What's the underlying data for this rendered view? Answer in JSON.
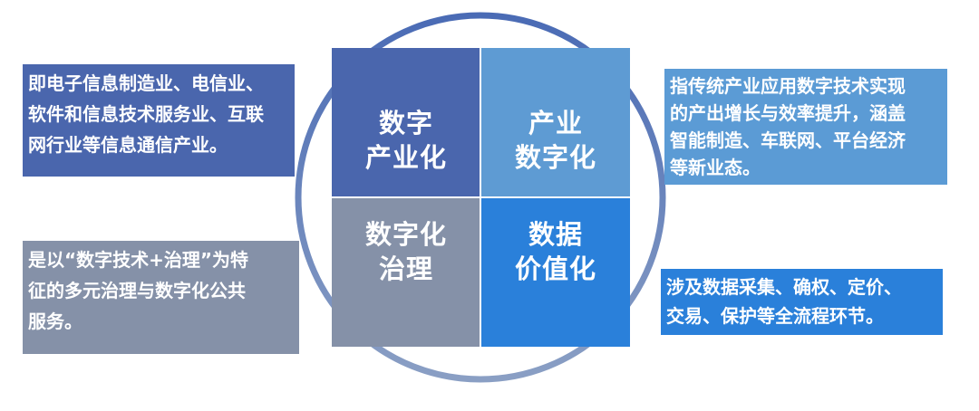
{
  "colors": {
    "ring_top": "#4a6bb5",
    "ring_bottom": "#8a9fc4",
    "quad_tl": "#4a66ad",
    "quad_tr": "#5e9bd3",
    "quad_bl": "#8591a8",
    "quad_br": "#2a80da"
  },
  "quadrants": {
    "top_left": {
      "lines": [
        "数字",
        "产业化"
      ]
    },
    "top_right": {
      "lines": [
        "产业",
        "数字化"
      ]
    },
    "bottom_left": {
      "lines": [
        "数字化",
        "治理"
      ]
    },
    "bottom_right": {
      "lines": [
        "数据",
        "价值化"
      ]
    }
  },
  "descriptions": {
    "top_left": {
      "lines": [
        "即电子信息制造业、电信业、",
        "软件和信息技术服务业、互联",
        "网行业等信息通信产业。"
      ]
    },
    "top_right": {
      "lines": [
        "指传统产业应用数字技术实现",
        "的产出增长与效率提升，涵盖",
        "智能制造、车联网、平台经济",
        "等新业态。"
      ]
    },
    "bottom_left": {
      "lines": [
        "是以“数字技术+治理”为特",
        "征的多元治理与数字化公共",
        "服务。"
      ]
    },
    "bottom_right": {
      "lines": [
        "涉及数据采集、确权、定价、",
        "交易、保护等全流程环节。"
      ]
    }
  }
}
